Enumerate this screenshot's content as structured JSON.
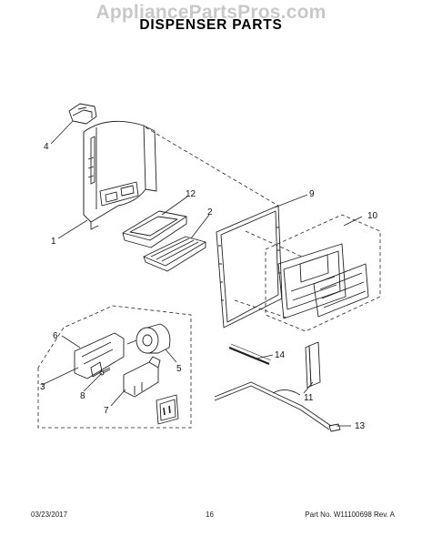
{
  "watermark": "AppliancePartsPros.com",
  "title": "DISPENSER PARTS",
  "callouts": [
    {
      "id": "4",
      "label": "4"
    },
    {
      "id": "1",
      "label": "1"
    },
    {
      "id": "12",
      "label": "12"
    },
    {
      "id": "2",
      "label": "2"
    },
    {
      "id": "9",
      "label": "9"
    },
    {
      "id": "10",
      "label": "10"
    },
    {
      "id": "6",
      "label": "6"
    },
    {
      "id": "3",
      "label": "3"
    },
    {
      "id": "8",
      "label": "8"
    },
    {
      "id": "5",
      "label": "5"
    },
    {
      "id": "7",
      "label": "7"
    },
    {
      "id": "14",
      "label": "14"
    },
    {
      "id": "11",
      "label": "11"
    },
    {
      "id": "13",
      "label": "13"
    }
  ],
  "footer": {
    "date": "03/23/2017",
    "page": "16",
    "part_no": "Part No. W11100698  Rev. A"
  }
}
